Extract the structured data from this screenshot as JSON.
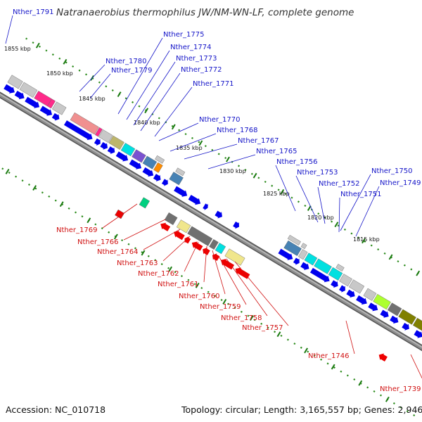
{
  "header": {
    "title": "Natranaerobius thermophilus JW/NM-WN-LF, complete genome"
  },
  "footer": {
    "accession": "Accession: NC_010718",
    "summary": "Topology: circular; Length: 3,165,557 bp; Genes: 2,946"
  },
  "colors": {
    "forward_cds": "#0000ee",
    "reverse_cds": "#ee0000",
    "forward_label": "#1414c8",
    "reverse_label": "#d01010",
    "backbone": "#8c8c8c",
    "tick_dots": "#2a8a1a",
    "cog_palette": [
      "#c8c8c8",
      "#ff2a8a",
      "#f09090",
      "#bdb56b",
      "#00e0e0",
      "#7a52d0",
      "#4682b4",
      "#ff8c00",
      "#00d080",
      "#707070",
      "#f0e68c",
      "#adff2f",
      "#808000",
      "#000080"
    ]
  },
  "scale_labels": [
    "1855 kbp",
    "1850 kbp",
    "1845 kbp",
    "1840 kbp",
    "1835 kbp",
    "1830 kbp",
    "1825 kbp",
    "1820 kbp",
    "1815 kbp"
  ],
  "forward_genes": [
    "Nther_1791",
    "Nther_1780",
    "Nther_1779",
    "Nther_1775",
    "Nther_1774",
    "Nther_1773",
    "Nther_1772",
    "Nther_1771",
    "Nther_1770",
    "Nther_1768",
    "Nther_1767",
    "Nther_1765",
    "Nther_1756",
    "Nther_1753",
    "Nther_1752",
    "Nther_1751",
    "Nther_1750",
    "Nther_1749"
  ],
  "reverse_genes": [
    "Nther_1769",
    "Nther_1766",
    "Nther_1764",
    "Nther_1763",
    "Nther_1762",
    "Nther_1761",
    "Nther_1760",
    "Nther_1759",
    "Nther_1758",
    "Nther_1757",
    "Nther_1746",
    "Nther_1739"
  ]
}
